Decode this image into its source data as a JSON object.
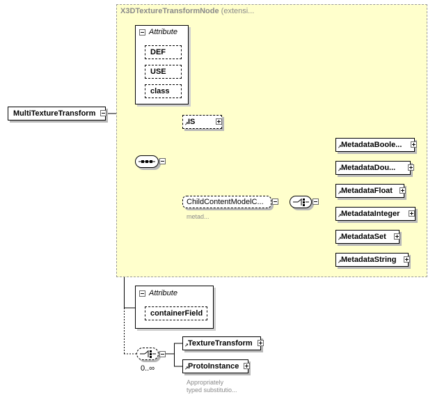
{
  "root": {
    "label": "MultiTextureTransform"
  },
  "extension": {
    "title_bold": "X3DTextureTransformNode",
    "title_rest": " (extensi..."
  },
  "attribute_group_1": {
    "heading": "Attribute",
    "items": [
      "DEF",
      "USE",
      "class"
    ]
  },
  "sequence": {
    "is_label": "IS",
    "child_content": "ChildContentModelC...",
    "child_content_note": "metad..."
  },
  "metadata_choices": [
    "MetadataBoole...",
    "MetadataDou...",
    "MetadataFloat",
    "MetadataInteger",
    "MetadataSet",
    "MetadataString"
  ],
  "attribute_group_2": {
    "heading": "Attribute",
    "items": [
      "containerField"
    ]
  },
  "bottom_choice": {
    "cardinality": "0..∞",
    "items": [
      "TextureTransform",
      "ProtoInstance"
    ],
    "note_line1": "Appropriately",
    "note_line2": "typed substitutio..."
  }
}
